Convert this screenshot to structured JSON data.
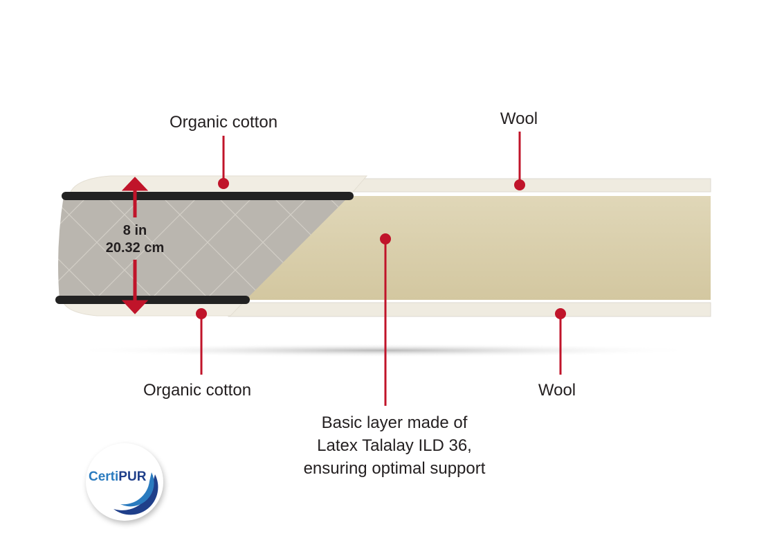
{
  "labels": {
    "top_cotton": "Organic cotton",
    "top_wool": "Wool",
    "bottom_cotton": "Organic cotton",
    "bottom_wool": "Wool",
    "latex_line1": "Basic layer made of",
    "latex_line2": "Latex Talalay ILD 36,",
    "latex_line3": "ensuring optimal support"
  },
  "dimension": {
    "inches": "8 in",
    "centimeters": "20.32 cm"
  },
  "logo": {
    "part1": "Certi",
    "part2": "PUR"
  },
  "colors": {
    "accent": "#c0142a",
    "latex": "#d8cda9",
    "wool": "#efebe0",
    "cover": "#b9b5ae",
    "piping": "#222222"
  }
}
